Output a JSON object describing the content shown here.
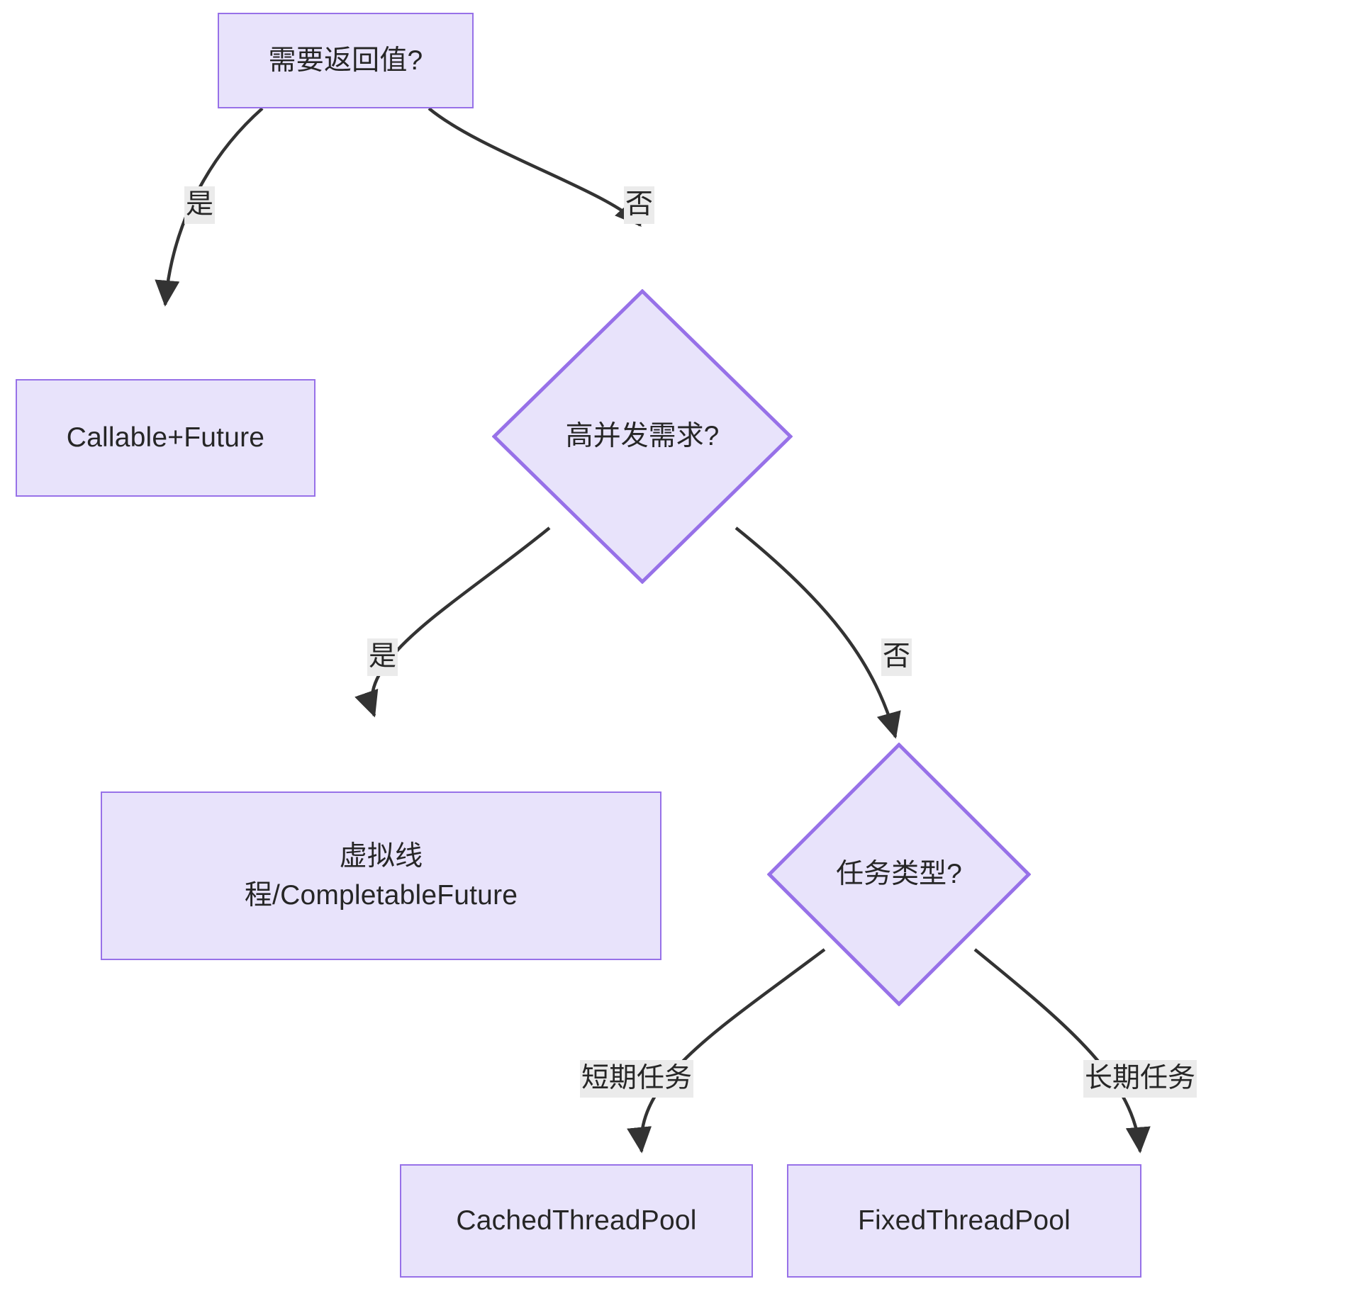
{
  "diagram": {
    "type": "flowchart",
    "direction": "top-down",
    "title": "",
    "theme": {
      "node_fill": "#e8e3fb",
      "node_stroke": "#9771e8",
      "edge_stroke": "#333333",
      "text_color": "#262626",
      "label_bg": "#ebebeb",
      "canvas_bg": "#ffffff"
    },
    "nodes": [
      {
        "id": "n1",
        "shape": "rect",
        "text": "需要返回值?"
      },
      {
        "id": "n2",
        "shape": "rect",
        "text": "Callable+Future"
      },
      {
        "id": "n3",
        "shape": "diamond",
        "text": "高并发需求?"
      },
      {
        "id": "n4",
        "shape": "rect",
        "text": "虚拟线\n程/CompletableFuture"
      },
      {
        "id": "n5",
        "shape": "diamond",
        "text": "任务类型?"
      },
      {
        "id": "n6",
        "shape": "rect",
        "text": "CachedThreadPool"
      },
      {
        "id": "n7",
        "shape": "rect",
        "text": "FixedThreadPool"
      }
    ],
    "edges": [
      {
        "id": "e1",
        "from": "n1",
        "to": "n2",
        "label": "是"
      },
      {
        "id": "e2",
        "from": "n1",
        "to": "n3",
        "label": "否"
      },
      {
        "id": "e3",
        "from": "n3",
        "to": "n4",
        "label": "是"
      },
      {
        "id": "e4",
        "from": "n3",
        "to": "n5",
        "label": "否"
      },
      {
        "id": "e5",
        "from": "n5",
        "to": "n6",
        "label": "短期任务"
      },
      {
        "id": "e6",
        "from": "n5",
        "to": "n7",
        "label": "长期任务"
      }
    ]
  }
}
